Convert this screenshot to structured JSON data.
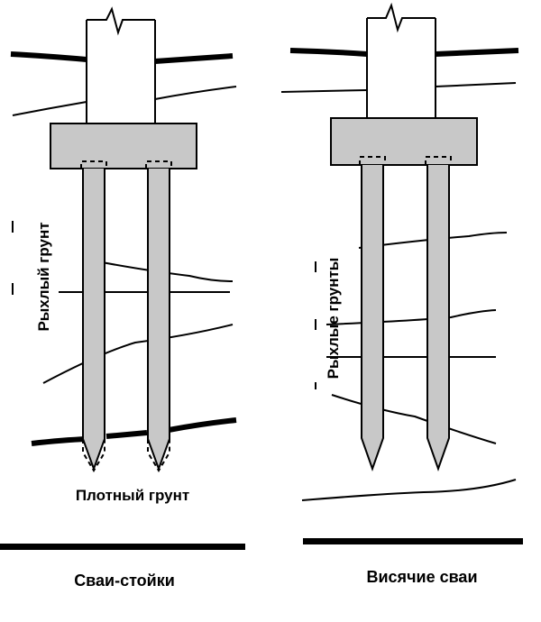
{
  "left_diagram": {
    "side_label": "Рыхлый грунт",
    "bottom_soil_label": "Плотный грунт",
    "caption": "Сваи-стойки"
  },
  "right_diagram": {
    "side_label": "Рыхлые грунты",
    "caption": "Висячие сваи"
  },
  "colors": {
    "pile_fill": "#c8c8c8",
    "line": "#000000",
    "background": "#ffffff"
  }
}
